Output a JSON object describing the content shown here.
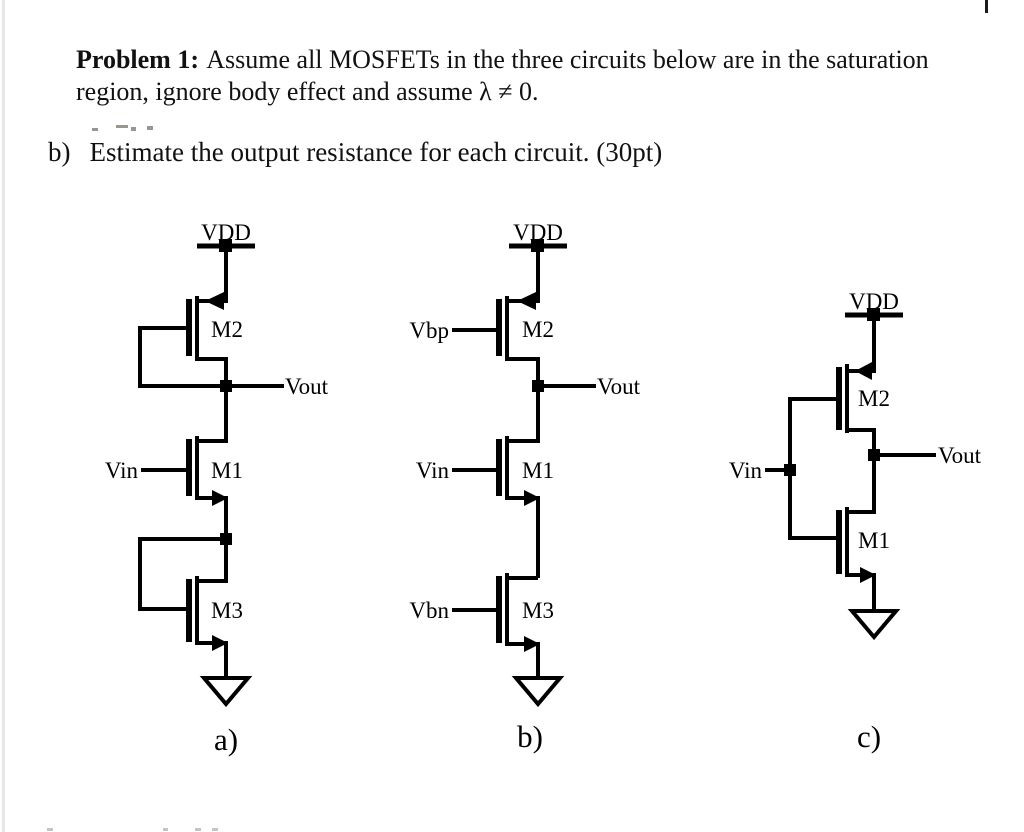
{
  "page": {
    "problem_label": "Problem 1:",
    "problem_text": "Assume all MOSFETs in the three circuits below are in the saturation",
    "problem_text_line2": "region, ignore body effect and assume λ ≠ 0.",
    "part_label": "b)",
    "part_text": "Estimate the output resistance for each circuit. (30pt)"
  },
  "circuits": {
    "a": {
      "caption": "a)",
      "supply": "VDD",
      "input": "Vin",
      "output": "Vout",
      "m1": "M1",
      "m2": "M2",
      "m3": "M3"
    },
    "b": {
      "caption": "b)",
      "supply": "VDD",
      "input": "Vin",
      "output": "Vout",
      "bias_p": "Vbp",
      "bias_n": "Vbn",
      "m1": "M1",
      "m2": "M2",
      "m3": "M3"
    },
    "c": {
      "caption": "c)",
      "supply": "VDD",
      "input": "Vin",
      "output": "Vout",
      "m1": "M1",
      "m2": "M2"
    }
  }
}
